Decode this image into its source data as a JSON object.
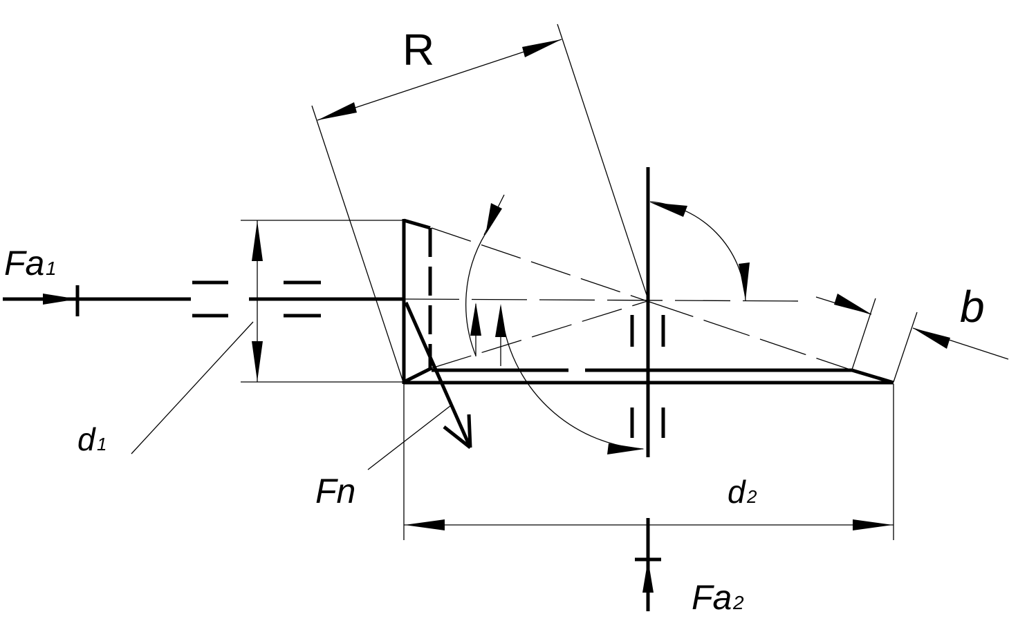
{
  "labels": {
    "radius": "R",
    "face_width": "b",
    "axial_force_1": "Fa",
    "axial_force_1_sub": "1",
    "axial_force_2": "Fa",
    "axial_force_2_sub": "2",
    "pitch_diameter_1": "d",
    "pitch_diameter_1_sub": "1",
    "pitch_diameter_2": "d",
    "pitch_diameter_2_sub": "2",
    "normal_force": "Fn"
  }
}
